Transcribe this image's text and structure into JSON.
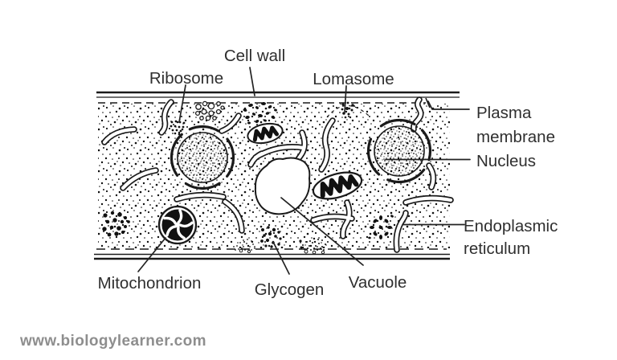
{
  "diagram": {
    "labels": {
      "cell_wall": "Cell wall",
      "ribosome": "Ribosome",
      "lomasome": "Lomasome",
      "plasma_membrane_line1": "Plasma",
      "plasma_membrane_line2": "membrane",
      "nucleus": "Nucleus",
      "endoplasmic_reticulum_line1": "Endoplasmic",
      "endoplasmic_reticulum_line2": "reticulum",
      "mitochondrion": "Mitochondrion",
      "glycogen": "Glycogen",
      "vacuole": "Vacuole"
    },
    "colors": {
      "ink": "#1a1a1a",
      "label": "#2f2f2f",
      "watermark": "#8e8e8e",
      "bg": "#ffffff"
    }
  },
  "watermark": "www.biologylearner.com"
}
